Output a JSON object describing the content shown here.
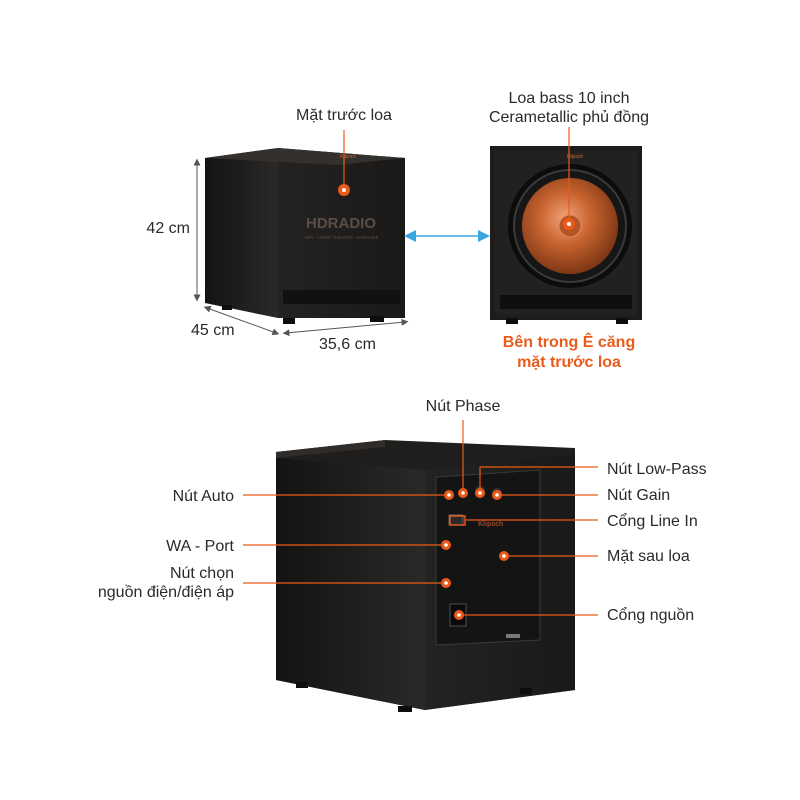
{
  "front_section": {
    "front_face_label": "Mặt trước loa",
    "driver_label_line1": "Loa bass 10 inch",
    "driver_label_line2": "Cerametallic phủ đồng",
    "grille_note_line1": "Bên trong Ê căng",
    "grille_note_line2": "mặt trước loa",
    "logo_text": "HDRADIO",
    "logo_subtext": "HIFI - HOME THEATER - KARAOKE",
    "brand_badge": "Klipsch"
  },
  "dimensions": {
    "height": "42 cm",
    "depth": "45 cm",
    "width": "35,6 cm"
  },
  "rear_section": {
    "phase_knob": "Nút Phase",
    "lowpass_knob": "Nút Low-Pass",
    "auto_button": "Nút Auto",
    "gain_knob": "Nút Gain",
    "line_in_port": "Cổng Line In",
    "wa_port": "WA - Port",
    "rear_face": "Mặt sau loa",
    "voltage_switch_line1": "Nút chọn",
    "voltage_switch_line2": "nguồn điện/điện áp",
    "power_port": "Cổng nguồn",
    "panel_brand": "Klipsch"
  },
  "colors": {
    "accent": "#ea5b1b",
    "cabinet": "#1e1d1c",
    "arrow_blue": "#3aa6e0",
    "dimension_line": "#555555"
  }
}
